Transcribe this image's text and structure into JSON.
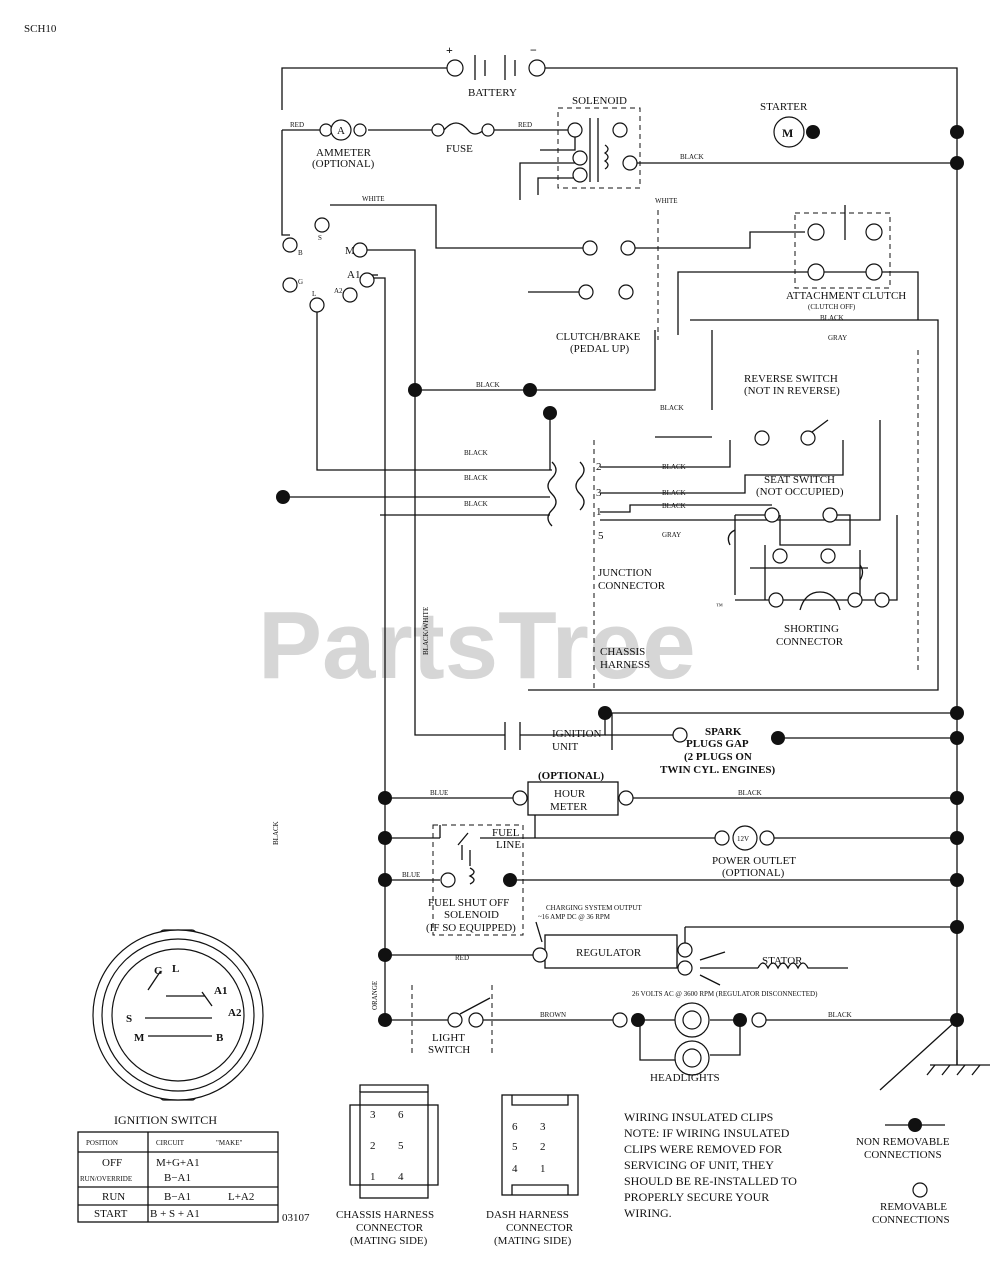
{
  "page_code": "SCH10",
  "watermark": "PartsTree",
  "watermark_tm": "™",
  "drawing_number": "03107",
  "battery": {
    "label": "BATTERY",
    "plus": "+",
    "minus": "−"
  },
  "solenoid": {
    "label": "SOLENOID"
  },
  "starter": {
    "label": "STARTER",
    "symbol": "M"
  },
  "ammeter": {
    "label": "AMMETER",
    "note": "(OPTIONAL)",
    "symbol": "A"
  },
  "fuse": {
    "label": "FUSE"
  },
  "wires": {
    "red": "RED",
    "black": "BLACK",
    "white": "WHITE",
    "gray": "GRAY",
    "blue": "BLUE",
    "brown": "BROWN",
    "black_white": "BLACK/WHITE",
    "orange": "ORANGE"
  },
  "ignition_terminals": {
    "g": "G",
    "b": "B",
    "s": "S",
    "l": "L",
    "a1": "A1",
    "a2": "A2",
    "m": "M"
  },
  "clutch_brake": {
    "label": "CLUTCH/BRAKE",
    "note": "(PEDAL UP)"
  },
  "attachment_clutch": {
    "label": "ATTACHMENT CLUTCH",
    "note": "(CLUTCH OFF)"
  },
  "reverse_switch": {
    "label": "REVERSE SWITCH",
    "note": "(NOT IN REVERSE)"
  },
  "seat_switch": {
    "label": "SEAT SWITCH",
    "note": "(NOT OCCUPIED)"
  },
  "junction_connector": {
    "label": "JUNCTION",
    "label2": "CONNECTOR",
    "pins": [
      "2",
      "3",
      "1",
      "5"
    ]
  },
  "chassis_harness": {
    "label": "CHASSIS",
    "label2": "HARNESS"
  },
  "shorting_connector": {
    "label": "SHORTING",
    "label2": "CONNECTOR"
  },
  "ignition_unit": {
    "label": "IGNITION",
    "label2": "UNIT"
  },
  "spark_plugs": {
    "line1": "SPARK",
    "line2": "PLUGS GAP",
    "line3": "(2 PLUGS ON",
    "line4": "TWIN CYL. ENGINES)"
  },
  "hour_meter": {
    "optional": "(OPTIONAL)",
    "line1": "HOUR",
    "line2": "METER"
  },
  "fuel_line": {
    "line1": "FUEL",
    "line2": "LINE"
  },
  "power_outlet": {
    "symbol": "12V",
    "label": "POWER OUTLET",
    "note": "(OPTIONAL)"
  },
  "fuel_solenoid": {
    "line1": "FUEL SHUT OFF",
    "line2": "SOLENOID",
    "line3": "(IF SO EQUIPPED)"
  },
  "charging": {
    "line1": "CHARGING SYSTEM OUTPUT",
    "line2": "~16 AMP DC @ 36 RPM"
  },
  "regulator": {
    "label": "REGULATOR"
  },
  "stator": {
    "label": "STATOR",
    "note": "26 VOLTS AC @ 3600 RPM (REGULATOR DISCONNECTED)"
  },
  "light_switch": {
    "line1": "LIGHT",
    "line2": "SWITCH"
  },
  "headlights": {
    "label": "HEADLIGHTS"
  },
  "ignition_switch": {
    "title": "IGNITION SWITCH",
    "terminals": {
      "g": "G",
      "l": "L",
      "a1": "A1",
      "a2": "A2",
      "s": "S",
      "m": "M",
      "b": "B"
    },
    "headers": [
      "POSITION",
      "CIRCUIT",
      "\"MAKE\""
    ],
    "rows": [
      {
        "position": "OFF",
        "circuit": "M+G+A1",
        "make": ""
      },
      {
        "position": "RUN/OVERRIDE",
        "circuit": "B−A1",
        "make": ""
      },
      {
        "position": "RUN",
        "circuit": "B−A1",
        "make": "L+A2"
      },
      {
        "position": "START",
        "circuit": "B + S + A1",
        "make": ""
      }
    ]
  },
  "chassis_connector": {
    "line1": "CHASSIS HARNESS",
    "line2": "CONNECTOR",
    "line3": "(MATING SIDE)",
    "pins": [
      "3",
      "6",
      "2",
      "5",
      "1",
      "4"
    ]
  },
  "dash_connector": {
    "line1": "DASH HARNESS",
    "line2": "CONNECTOR",
    "line3": "(MATING SIDE)",
    "pins": [
      "6",
      "3",
      "5",
      "2",
      "4",
      "1"
    ]
  },
  "note": {
    "title": "WIRING INSULATED CLIPS",
    "lines": [
      "NOTE: IF WIRING INSULATED",
      "CLIPS WERE REMOVED FOR",
      "SERVICING OF UNIT, THEY",
      "SHOULD BE RE-INSTALLED TO",
      "PROPERLY SECURE YOUR",
      " WIRING."
    ]
  },
  "legend": {
    "non_removable_1": "NON REMOVABLE",
    "non_removable_2": "CONNECTIONS",
    "removable_1": "REMOVABLE",
    "removable_2": "CONNECTIONS"
  }
}
